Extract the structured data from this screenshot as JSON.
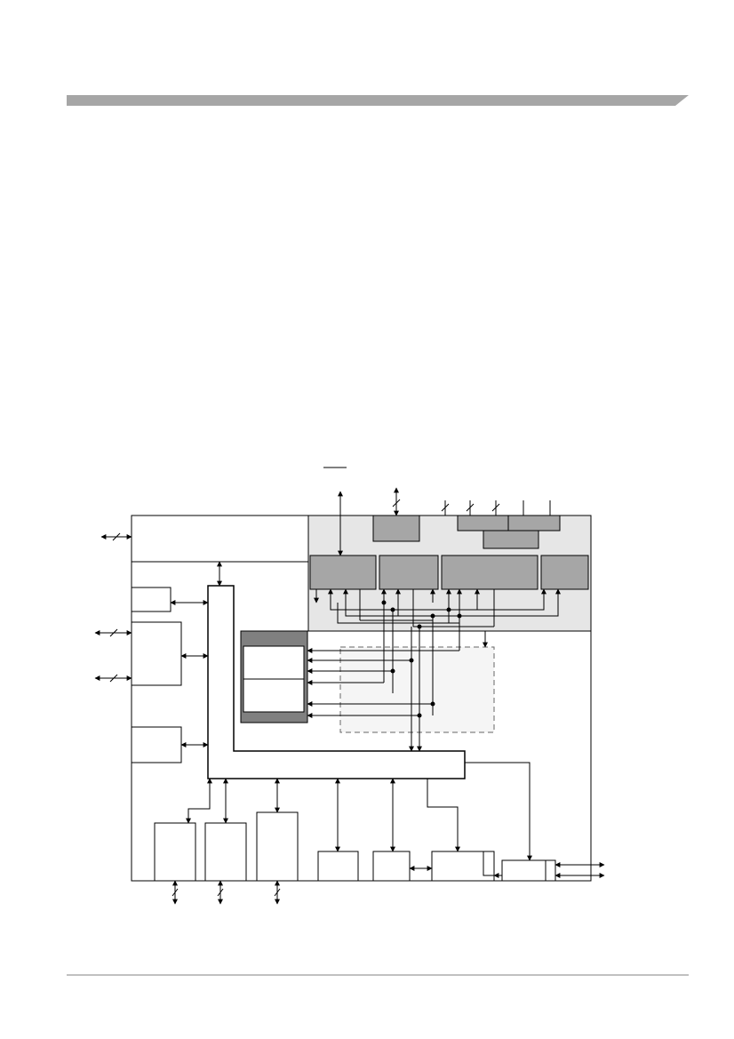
{
  "page": {
    "header_bar_color": "#a6a6a6",
    "footer_rule_color": "#808080"
  },
  "diagram": {
    "colors": {
      "line": "#000000",
      "peripheral_region_fill": "#e6e6e6",
      "module_fill": "#a6a6a6",
      "memory_header_fill": "#808080",
      "dashed_region_fill": "#f5f5f5",
      "dashed_region_border": "#666666"
    },
    "blocks": [
      "top-left-block",
      "small-block-left-1",
      "block-left-2",
      "block-left-3",
      "l-shaped-bus",
      "memory-block",
      "memory-cell-top",
      "memory-cell-bottom",
      "top-module-1",
      "top-module-2",
      "top-module-3",
      "module-a",
      "module-b",
      "module-c",
      "module-d",
      "dashed-region",
      "bottom-block-1",
      "bottom-block-2",
      "bottom-block-3",
      "bottom-block-4",
      "bottom-block-5",
      "bottom-block-6",
      "bottom-block-7"
    ]
  }
}
